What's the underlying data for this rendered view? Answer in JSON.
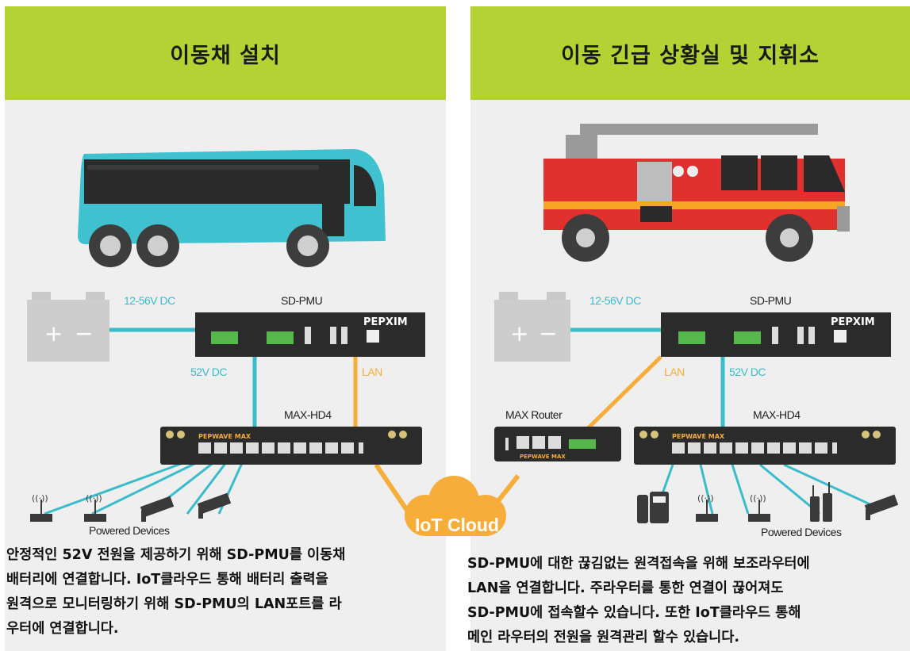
{
  "left": {
    "title": "이동채 설치",
    "label_power_in": "12-56V DC",
    "label_pmu": "SD-PMU",
    "label_52v": "52V DC",
    "label_lan": "LAN",
    "label_router": "MAX-HD4",
    "label_devices": "Powered Devices",
    "description": [
      "안정적인 52V 전원을 제공하기 위해 SD-PMU를 이동채",
      "배터리에 연결합니다. IoT클라우드 통해 배터리 출력을",
      "원격으로 모니터링하기 위해 SD-PMU의 LAN포트를 라",
      "우터에 연결합니다."
    ]
  },
  "right": {
    "title": "이동 긴급 상황실 및 지휘소",
    "label_power_in": "12-56V DC",
    "label_pmu": "SD-PMU",
    "label_lan": "LAN",
    "label_52v": "52V DC",
    "label_max_router": "MAX Router",
    "label_router": "MAX-HD4",
    "label_devices": "Powered Devices",
    "description": [
      "SD-PMU에 대한 끊김없는 원격접속을 위해 보조라우터에",
      "LAN을 연결합니다. 주라우터를 통한 연결이 끊어져도",
      "SD-PMU에 접속할수 있습니다. 또한 IoT클라우드 통해",
      "메인 라우터의 전원을 원격관리 할수 있습니다."
    ]
  },
  "brand": {
    "pepxim": "PEPXIM",
    "pepwave_max": "PEPWAVE MAX"
  },
  "cloud_label": "IoT Cloud",
  "colors": {
    "header_green": "#b4d233",
    "panel_gray": "#efefef",
    "bus_teal": "#3fc1cf",
    "power_line": "#3bbccb",
    "lan_line": "#f7ad3a",
    "device_dark": "#2b2b2b",
    "truck_red": "#e0312f"
  }
}
